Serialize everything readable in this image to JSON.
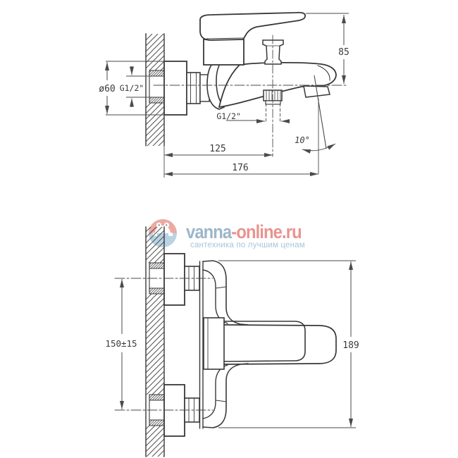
{
  "watermark": {
    "brand_primary": "vanna",
    "brand_secondary": "-online.ru",
    "tagline": "сантехника по лучшим ценам",
    "colors": {
      "primary_text": "#9db6c9",
      "secondary_text": "#e8948f",
      "tagline": "#a9c5d8",
      "icon_top": "#ecaaa3",
      "icon_bottom": "#b9d3e3",
      "icon_figure": "#ffffff"
    }
  },
  "side_view": {
    "labels": {
      "flange_diameter": "ø60",
      "wall_thread": "G1/2\"",
      "shower_outlet_thread": "G1/2\"",
      "height": "85",
      "reach_shower_outlet": "125",
      "reach_total": "176",
      "spout_angle": "10°"
    }
  },
  "plan_view": {
    "labels": {
      "inlet_spacing": "150±15",
      "total_width": "189"
    }
  },
  "style": {
    "background": "#ffffff",
    "line_color": "#383838",
    "dim_color": "#4a4a4a"
  }
}
